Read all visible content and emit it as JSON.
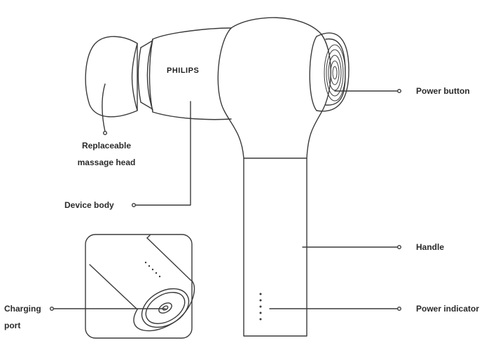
{
  "brand": "PHILIPS",
  "labels": {
    "replaceable_head": [
      "Replaceable",
      "massage head"
    ],
    "device_body": "Device body",
    "power_button": "Power button",
    "handle": "Handle",
    "power_indicator": "Power indicator",
    "charging_port": [
      "Charging",
      "port"
    ]
  },
  "colors": {
    "outline": "#3a3a3a",
    "text": "#2a2a2a",
    "background": "#ffffff"
  }
}
